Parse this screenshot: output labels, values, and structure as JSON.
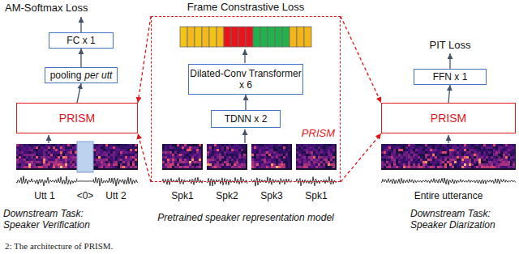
{
  "diagram": {
    "caption": "2: The architecture of PRISM.",
    "nodes": [
      {
        "text": [
          "FC x 1"
        ]
      },
      {
        "text": [
          "pooling",
          "per utt"
        ]
      },
      {
        "text": [
          "PRISM"
        ]
      },
      {
        "text": [
          "PRISM"
        ]
      },
      {
        "text": [
          "Dilated-Conv Transformer x 6"
        ],
        "in": 3
      },
      {
        "text": [
          "TDNN x 2"
        ],
        "in": 3
      },
      {
        "text": [
          "FFN x 1"
        ]
      },
      {
        "text": [
          "PRISM"
        ]
      }
    ],
    "edges": [
      {
        "from": 1,
        "to": 0,
        "arrow": "to"
      },
      {
        "from": 2,
        "to": 1,
        "arrow": "to"
      },
      {
        "from": 5,
        "to": 4,
        "arrow": "to"
      },
      {
        "from": 7,
        "to": 6,
        "arrow": "to"
      },
      {
        "from": 3,
        "to": 2,
        "arrow": "to"
      },
      {
        "from": 3,
        "to": 2,
        "arrow": "to"
      },
      {
        "from": 3,
        "to": 7,
        "arrow": "to"
      },
      {
        "from": 3,
        "to": 7,
        "arrow": "to"
      }
    ],
    "labels": [
      "AM-Softmax Loss",
      "Frame Constrastive Loss",
      "PIT Loss",
      "Utt 1",
      "<0>",
      "Utt 2",
      "Spk1",
      "Spk2",
      "Spk3",
      "Spk1",
      "Entire utterance",
      "Downstream Task: Speaker Verification",
      "Pretrained speaker representation model",
      "Downstream Task: Speaker Diarization"
    ]
  }
}
